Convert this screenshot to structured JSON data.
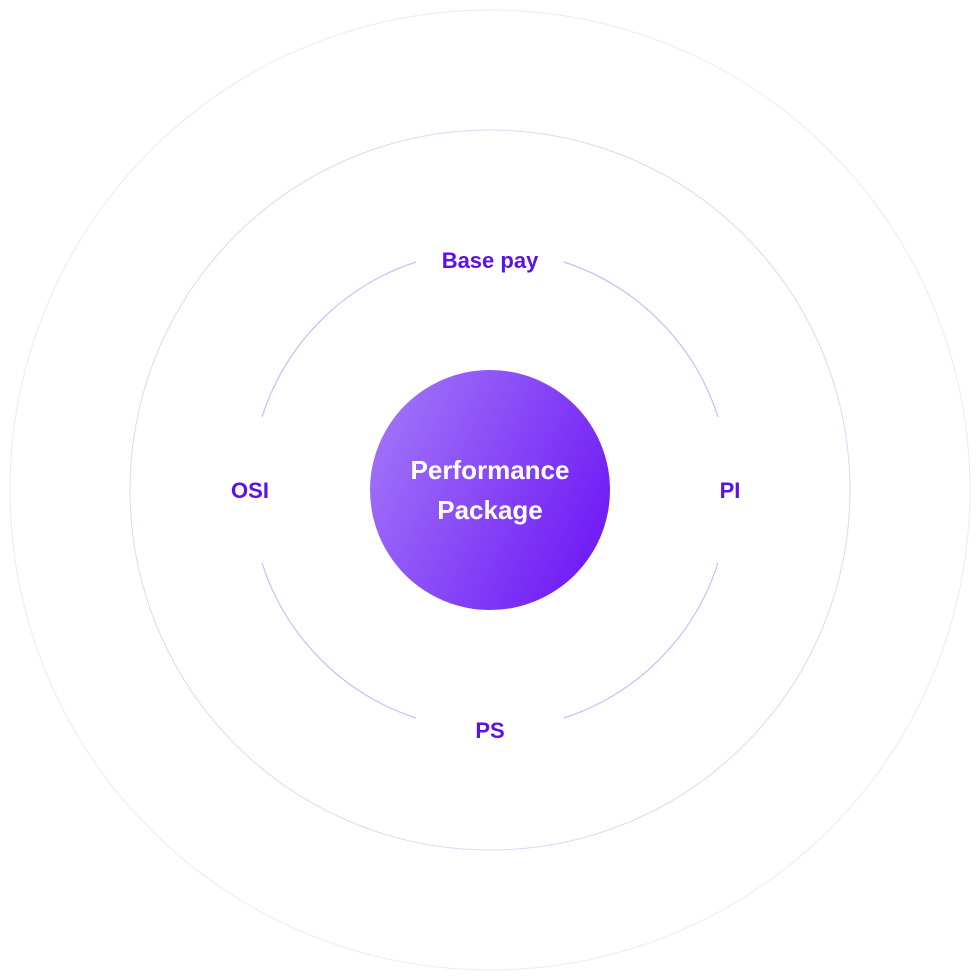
{
  "center": {
    "label_line1": "Performance",
    "label_line2": "Package"
  },
  "segments": {
    "top": "Base pay",
    "right": "PI",
    "bottom": "PS",
    "left": "OSI"
  },
  "colors": {
    "accent": "#5a12e8",
    "gradient_start": "#a67cf9",
    "gradient_end": "#6a0ff5",
    "ring_outer": "#ece9f7",
    "ring_middle": "#ddd6fb",
    "ring_inner": "#c9bdf8"
  }
}
